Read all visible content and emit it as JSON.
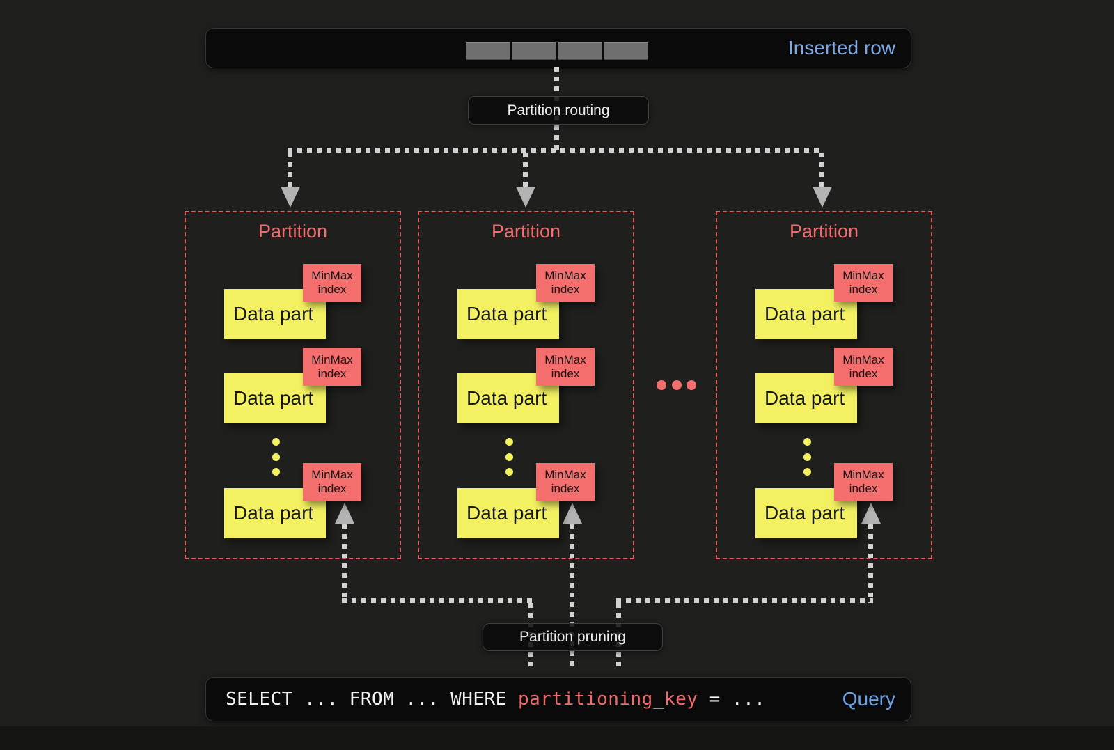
{
  "colors": {
    "background": "#1f1f1d",
    "bar_background": "#0a0a0a",
    "accent_blue": "#7fa9e4",
    "salmon": "#f26e6e",
    "yellow": "#f3f161",
    "arrow_gray": "#d2d2d2"
  },
  "inserted_row_bar": {
    "label": "Inserted row",
    "cell_count": 4
  },
  "routing_pill": {
    "label": "Partition routing"
  },
  "pruning_pill": {
    "label": "Partition pruning"
  },
  "partitions": [
    {
      "title": "Partition",
      "data_parts": [
        {
          "label": "Data part",
          "index_label": "MinMax index"
        },
        {
          "label": "Data part",
          "index_label": "MinMax index"
        },
        {
          "label": "Data part",
          "index_label": "MinMax index"
        }
      ]
    },
    {
      "title": "Partition",
      "data_parts": [
        {
          "label": "Data part",
          "index_label": "MinMax index"
        },
        {
          "label": "Data part",
          "index_label": "MinMax index"
        },
        {
          "label": "Data part",
          "index_label": "MinMax index"
        }
      ]
    },
    {
      "title": "Partition",
      "data_parts": [
        {
          "label": "Data part",
          "index_label": "MinMax index"
        },
        {
          "label": "Data part",
          "index_label": "MinMax index"
        },
        {
          "label": "Data part",
          "index_label": "MinMax index"
        }
      ]
    }
  ],
  "query_bar": {
    "sql_before": "SELECT ... FROM ... WHERE ",
    "sql_key": "partitioning_key",
    "sql_after": " = ...",
    "label": "Query"
  }
}
